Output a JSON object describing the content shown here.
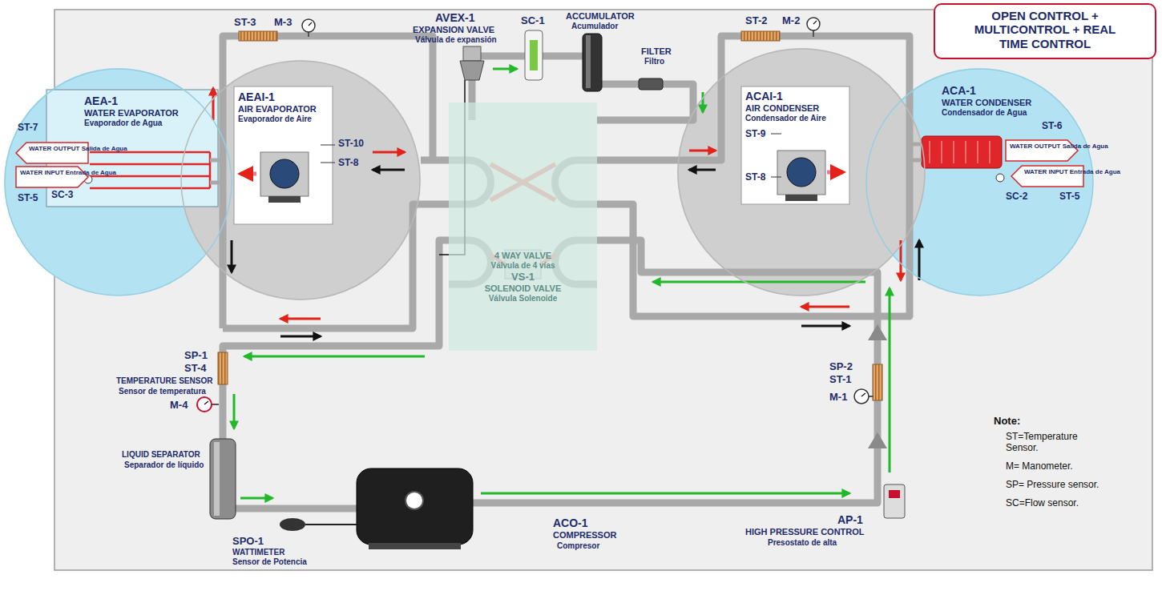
{
  "diagram": {
    "nodes": [
      {
        "text": [
          "OPEN CONTROL + MULTICONTROL + REAL TIME CONTROL"
        ]
      },
      {
        "text": [
          "AEA-1",
          "WATER EVAPORATOR",
          "Evaporador de Agua"
        ]
      },
      {
        "text": [
          "WATER OUTPUT Salida de Agua"
        ],
        "in": 1
      },
      {
        "text": [
          "WATER INPUT Entrada de Agua"
        ],
        "in": 1
      },
      {
        "text": [
          "AEAI-1",
          "AIR EVAPORATOR",
          "Evaporador de Aire"
        ]
      },
      {
        "text": [
          "4 WAY VALVE",
          "Válvula de 4 vías",
          "VS-1",
          "SOLENOID VALVE",
          "Válvula Solenoide"
        ]
      },
      {
        "text": [
          "ACAI-1",
          "AIR CONDENSER",
          "Condensador de Aire"
        ]
      },
      {
        "text": [
          "ACA-1",
          "WATER CONDENSER",
          "Condensador de Agua"
        ]
      },
      {
        "text": [
          "WATER OUTPUT Salida de Agua"
        ],
        "in": 7
      },
      {
        "text": [
          "WATER INPUT Entrada de Agua"
        ],
        "in": 7
      }
    ],
    "edges": [
      {
        "from": 4,
        "to": 5,
        "arrow": "none"
      },
      {
        "from": 5,
        "to": 6,
        "arrow": "none"
      }
    ],
    "labels": [
      "ST-3",
      "M-3",
      "AVEX-1",
      "EXPANSION VALVE",
      "Válvula de expansión",
      "SC-1",
      "ACCUMULATOR",
      "Acumulador",
      "FILTER",
      "Filtro",
      "ST-2",
      "M-2",
      "ST-7",
      "ST-5",
      "SC-3",
      "ST-10",
      "ST-8",
      "ST-9",
      "ST-8",
      "ST-6",
      "ST-5",
      "SC-2",
      "SP-1",
      "ST-4",
      "TEMPERATURE SENSOR",
      "Sensor de temperatura",
      "M-4",
      "LIQUID SEPARATOR",
      "Separador de líquido",
      "SPO-1",
      "WATTIMETER",
      "Sensor de Potencia",
      "ACO-1",
      "COMPRESSOR",
      "Compresor",
      "AP-1",
      "HIGH PRESSURE CONTROL",
      "Presostato de alta",
      "SP-2",
      "ST-1",
      "M-1",
      "Note:",
      "ST=Temperature Sensor.",
      "M= Manometer.",
      "SP= Pressure sensor.",
      "SC=Flow sensor."
    ]
  }
}
